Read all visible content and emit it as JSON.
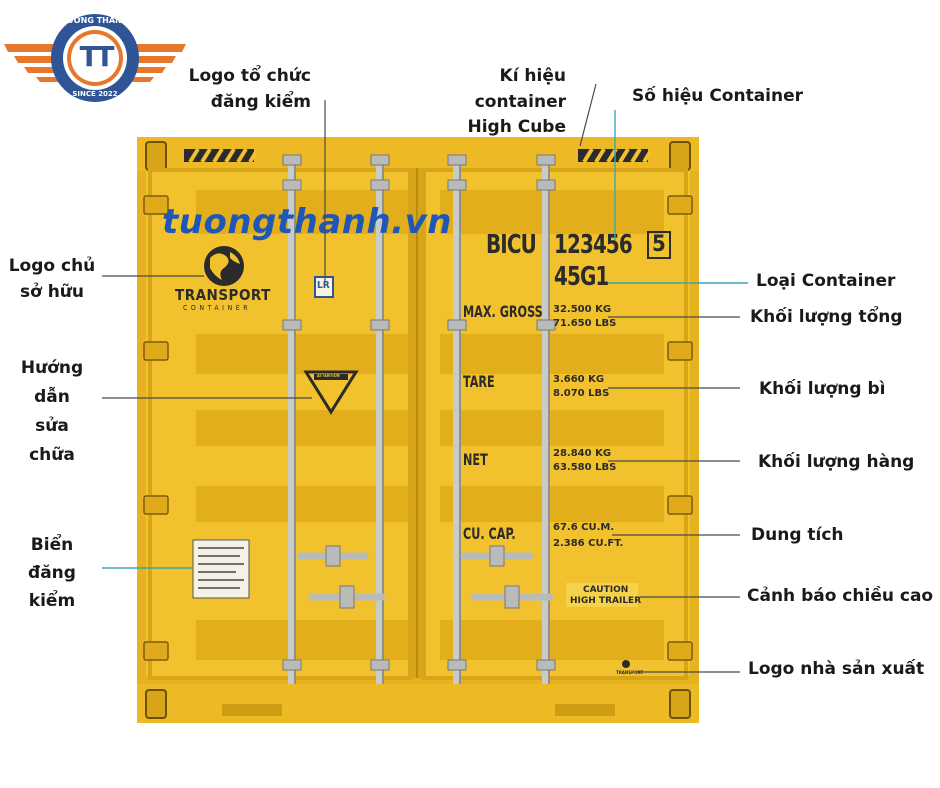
{
  "brand": {
    "name": "TƯỜNG THÀNH",
    "since": "SINCE 2022",
    "monogram": "TT",
    "watermark": "tuongthanh.vn",
    "colors": {
      "wing": "#e8772e",
      "ring": "#2f5597",
      "inner": "#e8772e"
    }
  },
  "container": {
    "color": "#f2c12e",
    "number_prefix": "BICU",
    "number": "123456",
    "check_digit": "5",
    "type_code": "45G1",
    "owner_logo": {
      "line1": "TRANSPORT",
      "line2": "CONTAINER"
    },
    "reg_logo": "LR",
    "warning_sign": "ATTENTION",
    "specs": [
      {
        "label": "MAX. GROSS",
        "v1": "32.500 KG",
        "v2": "71.650 LBS"
      },
      {
        "label": "TARE",
        "v1": "3.660 KG",
        "v2": "8.070 LBS"
      },
      {
        "label": "NET",
        "v1": "28.840 KG",
        "v2": "63.580 LBS"
      },
      {
        "label": "CU. CAP.",
        "v1": "67.6 CU.M.",
        "v2": "2.386 CU.FT."
      }
    ],
    "caution": {
      "line1": "CAUTION",
      "line2": "HIGH TRAILER"
    },
    "maker_logo": "TRANSPORT"
  },
  "annotations": {
    "reg_org_logo": "Logo tổ chức\nđăng kiểm",
    "high_cube": "Kí hiệu container\nHigh Cube",
    "container_number": "Số hiệu Container",
    "owner_logo": "Logo chủ\nsở hữu",
    "container_type": "Loại Container",
    "gross": "Khối lượng tổng",
    "tare": "Khối lượng bì",
    "net": "Khối lượng hàng",
    "repair_guide": "Hướng\ndẫn\nsửa\nchữa",
    "capacity": "Dung tích",
    "plate": "Biển\nđăng\nkiểm",
    "height_warning": "Cảnh báo chiều cao",
    "maker_logo": "Logo nhà sản xuất"
  }
}
